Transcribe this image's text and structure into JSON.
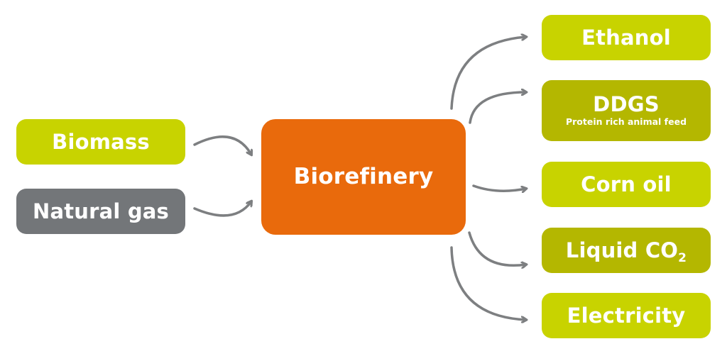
{
  "inputs": {
    "biomass": "Biomass",
    "natural_gas": "Natural gas"
  },
  "center": {
    "label": "Biorefinery"
  },
  "outputs": {
    "ethanol": "Ethanol",
    "ddgs": {
      "label": "DDGS",
      "sub": "Protein rich animal feed"
    },
    "corn_oil": "Corn oil",
    "liquid_co2": {
      "label": "Liquid CO",
      "subscript": "2"
    },
    "electricity": "Electricity"
  },
  "colors": {
    "lime": "#c8d300",
    "olive": "#b4b700",
    "gray": "#737679",
    "orange": "#e96a0c",
    "arrow": "#7d7f81"
  }
}
